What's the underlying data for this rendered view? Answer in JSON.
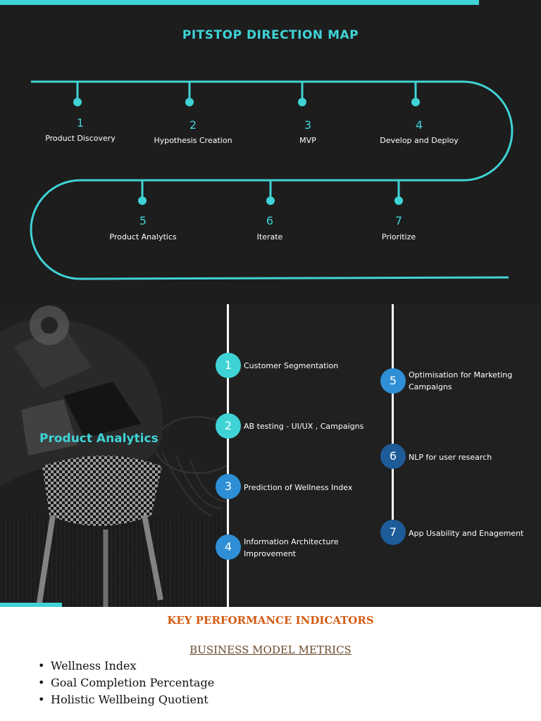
{
  "direction_map": {
    "title": "PITSTOP DIRECTION MAP",
    "steps": [
      {
        "number": "1",
        "label": "Product Discovery"
      },
      {
        "number": "2",
        "label": "Hypothesis Creation"
      },
      {
        "number": "3",
        "label": "MVP"
      },
      {
        "number": "4",
        "label": "Develop and Deploy"
      },
      {
        "number": "5",
        "label": "Product Analytics"
      },
      {
        "number": "6",
        "label": "Iterate"
      },
      {
        "number": "7",
        "label": "Prioritize"
      }
    ]
  },
  "product_analytics": {
    "title": "Product Analytics",
    "items": [
      {
        "number": "1",
        "label": "Customer Segmentation"
      },
      {
        "number": "2",
        "label": "AB testing -  UI/UX , Campaigns"
      },
      {
        "number": "3",
        "label": "Prediction of Wellness Index"
      },
      {
        "number": "4",
        "label": "Information Architecture Improvement"
      },
      {
        "number": "5",
        "label": "Optimisation for Marketing Campaigns"
      },
      {
        "number": "6",
        "label": "NLP for user research"
      },
      {
        "number": "7",
        "label": "App Usability and Enagement"
      }
    ]
  },
  "kpi": {
    "title": "KEY  PERFORMANCE INDICATORS",
    "subtitle": "BUSINESS MODEL METRICS",
    "bullet": "•",
    "metrics": [
      "Wellness Index",
      "Goal Completion Percentage",
      "Holistic Wellbeing Quotient"
    ]
  },
  "colors": {
    "accent": "#3fd3d6",
    "panel": "#1d1d1d",
    "node_cyan": "#3fd3d6",
    "node_blue": "#2e8fd6",
    "node_navy": "#1e5c99",
    "kpi_title": "#d45a12",
    "subtitle": "#6b4a2a"
  }
}
